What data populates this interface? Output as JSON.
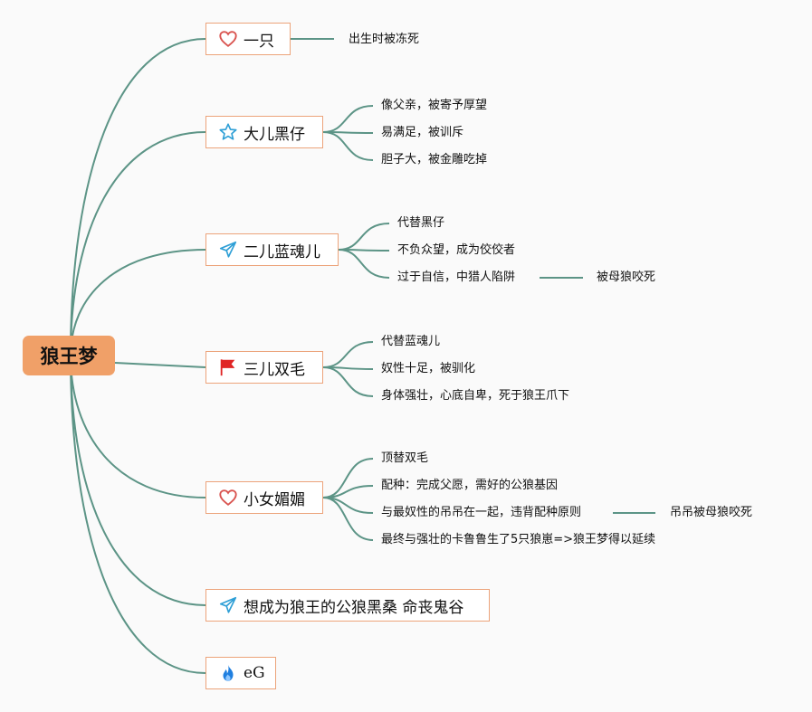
{
  "root": {
    "label": "狼王梦"
  },
  "branches": [
    {
      "label": "一只",
      "icon": "heart-icon",
      "children": [
        {
          "label": "出生时被冻死"
        }
      ]
    },
    {
      "label": "大儿黑仔",
      "icon": "star-icon",
      "children": [
        {
          "label": "像父亲，被寄予厚望"
        },
        {
          "label": "易满足，被训斥"
        },
        {
          "label": "胆子大，被金雕吃掉"
        }
      ]
    },
    {
      "label": "二儿蓝魂儿",
      "icon": "paper-plane-icon",
      "children": [
        {
          "label": "代替黑仔"
        },
        {
          "label": "不负众望，成为佼佼者"
        },
        {
          "label": "过于自信，中猎人陷阱",
          "child": "被母狼咬死"
        }
      ]
    },
    {
      "label": "三儿双毛",
      "icon": "flag-icon",
      "children": [
        {
          "label": "代替蓝魂儿"
        },
        {
          "label": "奴性十足，被驯化"
        },
        {
          "label": "身体强壮，心底自卑，死于狼王爪下"
        }
      ]
    },
    {
      "label": "小女媚媚",
      "icon": "heart-icon",
      "children": [
        {
          "label": "顶替双毛"
        },
        {
          "label": "配种：完成父愿，需好的公狼基因"
        },
        {
          "label": "与最奴性的吊吊在一起，违背配种原则",
          "child": "吊吊被母狼咬死"
        },
        {
          "label": "最终与强壮的卡鲁鲁生了5只狼崽=>狼王梦得以延续"
        }
      ]
    },
    {
      "label": "想成为狼王的公狼黑桑 命丧鬼谷",
      "icon": "paper-plane-icon",
      "children": []
    },
    {
      "label": "eG",
      "icon": "flame-icon",
      "children": []
    }
  ],
  "colors": {
    "link": "#5c9486",
    "root_fill": "#f0a068",
    "node_border": "#eca37a",
    "heart": "#d9534f",
    "star": "#2e9fd6",
    "plane": "#2e9fd6",
    "flag": "#e02424",
    "flame": "#1f7fe0"
  }
}
